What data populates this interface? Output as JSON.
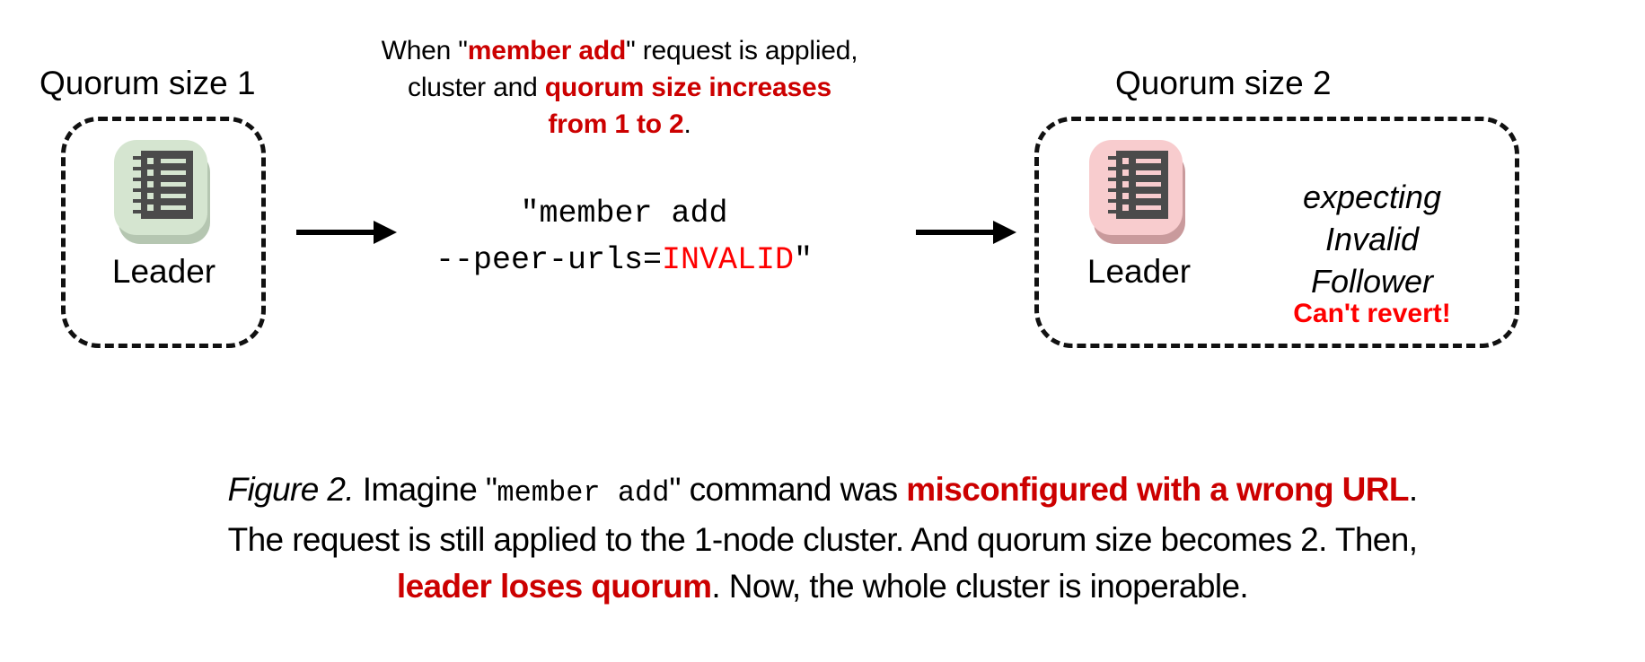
{
  "colors": {
    "accent_red_dark": "#cc0000",
    "accent_red_bright": "#fe0000",
    "node_green_tile": "#d5e5d0",
    "node_green_shadow": "#b5c6b1",
    "node_pink_tile": "#f8ccce",
    "node_pink_shadow": "#c99a9c",
    "icon_body": "#4b4b4b",
    "stroke": "#111111",
    "background": "#ffffff"
  },
  "top_note": {
    "line1_pre": "When \"",
    "line1_em": "member add",
    "line1_post": "\" request is applied,",
    "line2_pre": "cluster and ",
    "line2_em": "quorum size increases",
    "line3_em": "from 1 to 2",
    "line3_post": "."
  },
  "left_cluster": {
    "title": "Quorum size 1",
    "node_label": "Leader",
    "icon": "server-rack-icon"
  },
  "right_cluster": {
    "title": "Quorum size 2",
    "node_label": "Leader",
    "icon": "server-rack-icon",
    "expecting_line1": "expecting",
    "expecting_line2": "Invalid",
    "expecting_line3": "Follower",
    "warning": "Can't revert!"
  },
  "command": {
    "line1": "\"member add",
    "line2_pre": "--peer-urls=",
    "line2_em": "INVALID",
    "line2_post": "\""
  },
  "arrows": {
    "first": "arrow-right-icon",
    "second": "arrow-right-icon"
  },
  "caption": {
    "figure_label": "Figure 2.",
    "l1_a": " Imagine \"",
    "l1_mono": "member add",
    "l1_b": "\" command was ",
    "l1_em": "misconfigured with a wrong URL",
    "l1_c": ".",
    "l2": "The request is still applied to the 1-node cluster. And quorum size becomes 2. Then,",
    "l3_em": "leader loses quorum",
    "l3_b": ". Now, the whole cluster is inoperable."
  }
}
